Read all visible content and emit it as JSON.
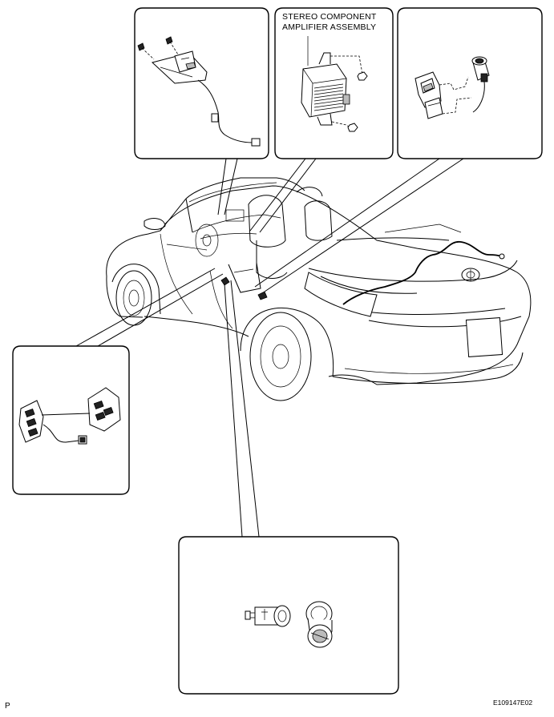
{
  "amplifier_label_line1": "STEREO COMPONENT",
  "amplifier_label_line2": "AMPLIFIER ASSEMBLY",
  "page_letter": "P",
  "figure_code": "E109147E02"
}
